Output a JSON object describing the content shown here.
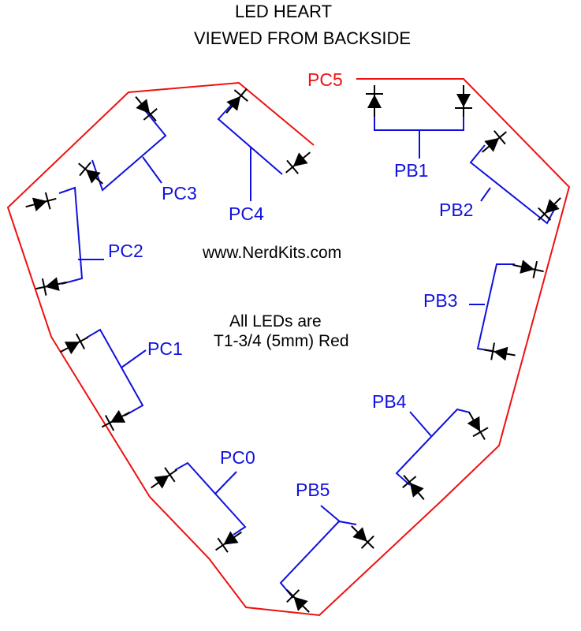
{
  "title": {
    "line1": "LED HEART",
    "line2": "VIEWED FROM BACKSIDE"
  },
  "website": "www.NerdKits.com",
  "note": {
    "line1": "All LEDs are",
    "line2": "T1-3/4 (5mm) Red"
  },
  "colors": {
    "outline": "#ee1111",
    "branch": "#1111dd",
    "diode": "#000000",
    "text": "#000000"
  },
  "pins": {
    "PC5": "PC5",
    "PC4": "PC4",
    "PC3": "PC3",
    "PC2": "PC2",
    "PC1": "PC1",
    "PC0": "PC0",
    "PB1": "PB1",
    "PB2": "PB2",
    "PB3": "PB3",
    "PB4": "PB4",
    "PB5": "PB5"
  }
}
